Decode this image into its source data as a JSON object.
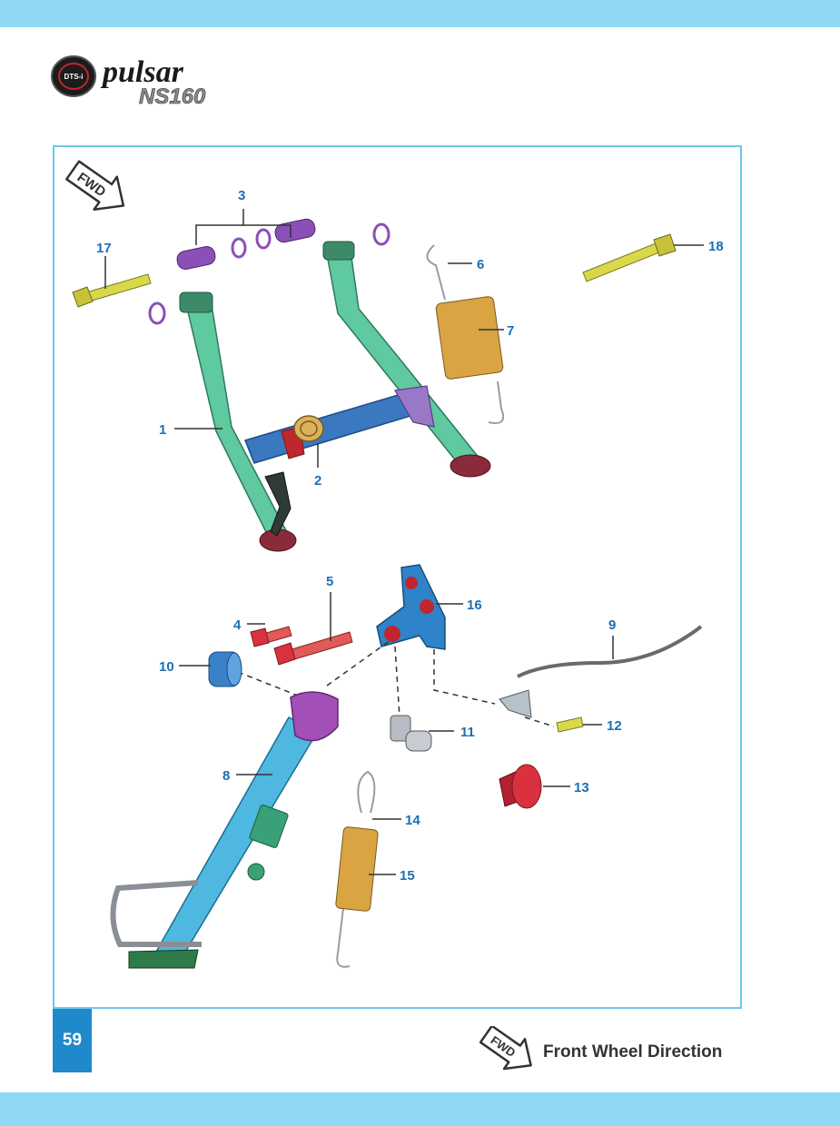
{
  "header": {
    "logo": {
      "badge": "DTS-i",
      "brand": "pulsar",
      "model": "NS160"
    }
  },
  "diagram": {
    "fwd_marker": "FWD",
    "callouts": [
      "1",
      "2",
      "3",
      "4",
      "5",
      "6",
      "7",
      "8",
      "9",
      "10",
      "11",
      "12",
      "13",
      "14",
      "15",
      "16",
      "17",
      "18"
    ]
  },
  "footer": {
    "page_number": "59",
    "legend_marker": "FWD",
    "legend_text": "Front Wheel Direction"
  },
  "colors": {
    "band": "#8fd9f5",
    "panel_border": "#6cc8ea",
    "callout_text": "#1a6fb5",
    "page_badge": "#1f89cc",
    "stand_green": "#5fc9a0",
    "tube_blue": "#3a78c0",
    "purple": "#8b4fb8",
    "spring_gold": "#d9a441",
    "bolt_yellow": "#d8d84a",
    "red_part": "#d9323e",
    "side_stand_blue": "#4fb8e0"
  }
}
